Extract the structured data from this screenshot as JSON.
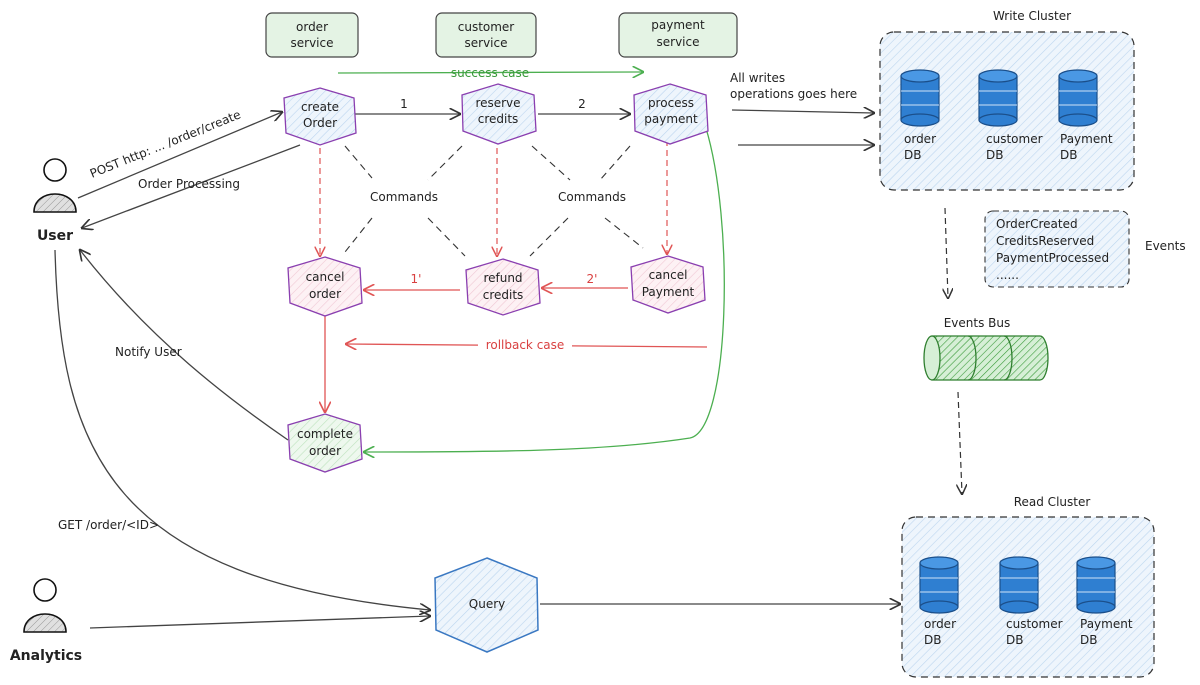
{
  "services": {
    "order": [
      "order",
      "service"
    ],
    "customer": [
      "customer",
      "service"
    ],
    "payment": [
      "payment",
      "service"
    ]
  },
  "nodes": {
    "create_order": [
      "create",
      "Order"
    ],
    "reserve_credits": [
      "reserve",
      "credits"
    ],
    "process_payment": [
      "process",
      "payment"
    ],
    "cancel_order": [
      "cancel",
      "order"
    ],
    "refund_credits": [
      "refund",
      "credits"
    ],
    "cancel_payment": [
      "cancel",
      "Payment"
    ],
    "complete_order": [
      "complete",
      "order"
    ],
    "query": "Query"
  },
  "edges": {
    "success_case": "success case",
    "step1": "1",
    "step2": "2",
    "step1_prime": "1'",
    "step2_prime": "2'",
    "rollback_case": "rollback case",
    "commands_left": "Commands",
    "commands_right": "Commands",
    "post_request": "POST http: ... /order/create",
    "order_processing": "Order Processing",
    "notify_user": "Notify User",
    "get_request": "GET /order/<ID>",
    "all_writes": [
      "All writes",
      "operations goes here"
    ]
  },
  "actors": {
    "user": "User",
    "analytics": "Analytics"
  },
  "write_cluster": {
    "title": "Write Cluster",
    "dbs": [
      [
        "order",
        "DB"
      ],
      [
        "customer",
        "DB"
      ],
      [
        "Payment",
        "DB"
      ]
    ]
  },
  "read_cluster": {
    "title": "Read Cluster",
    "dbs": [
      [
        "order",
        "DB"
      ],
      [
        "customer",
        "DB"
      ],
      [
        "Payment",
        "DB"
      ]
    ]
  },
  "events": {
    "title": "Events",
    "items": [
      "OrderCreated",
      "CreditsReserved",
      "PaymentProcessed",
      "......"
    ]
  },
  "events_bus": "Events Bus",
  "colors": {
    "service_fill": "#e4f3e4",
    "node_stroke": "#8a3fb0",
    "node_fill_blue": "#e3eef9",
    "node_fill_red": "#fbe9ef",
    "node_fill_green": "#e6f5e6",
    "cluster_fill": "#e7f1fa",
    "db_blue": "#2f7fd1",
    "success_green": "#4caf50",
    "rollback_red": "#e05555",
    "query_stroke": "#3a78c2",
    "query_fill": "#e3eef9"
  }
}
